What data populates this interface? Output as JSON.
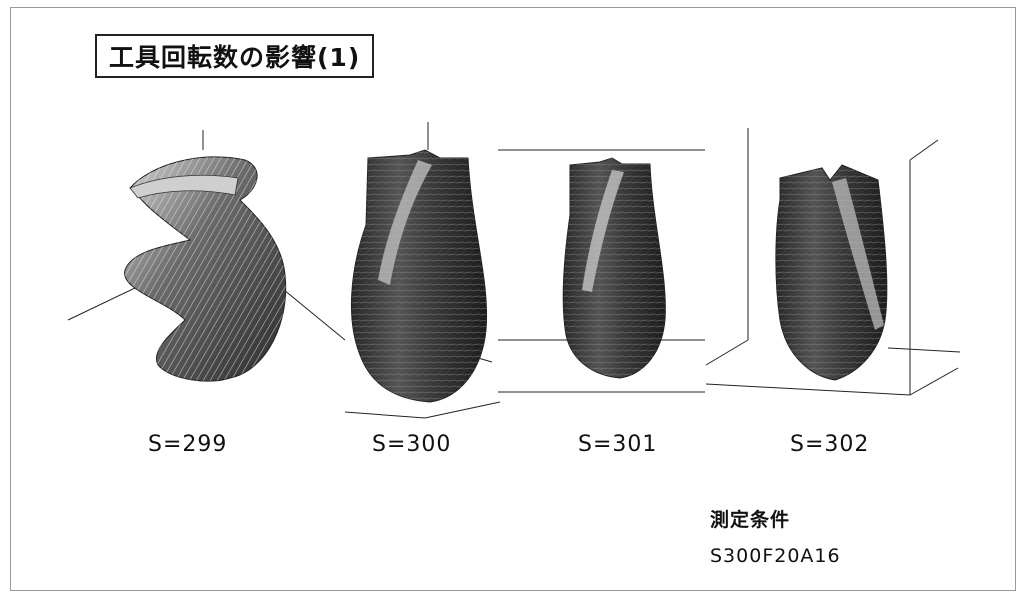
{
  "title": "工具回転数の影響(1)",
  "figures": [
    {
      "caption": "S=299",
      "shape": "spiral-shell-3d-plot"
    },
    {
      "caption": "S=300",
      "shape": "drill-shell-3d-plot"
    },
    {
      "caption": "S=301",
      "shape": "drill-shell-3d-plot"
    },
    {
      "caption": "S=302",
      "shape": "drill-shell-3d-plot"
    }
  ],
  "conditions": {
    "label": "測定条件",
    "value": "S300F20A16"
  },
  "colors": {
    "surface_dark": "#3c3c3c",
    "surface_light": "#c8c8c8",
    "axis": "#222222"
  }
}
